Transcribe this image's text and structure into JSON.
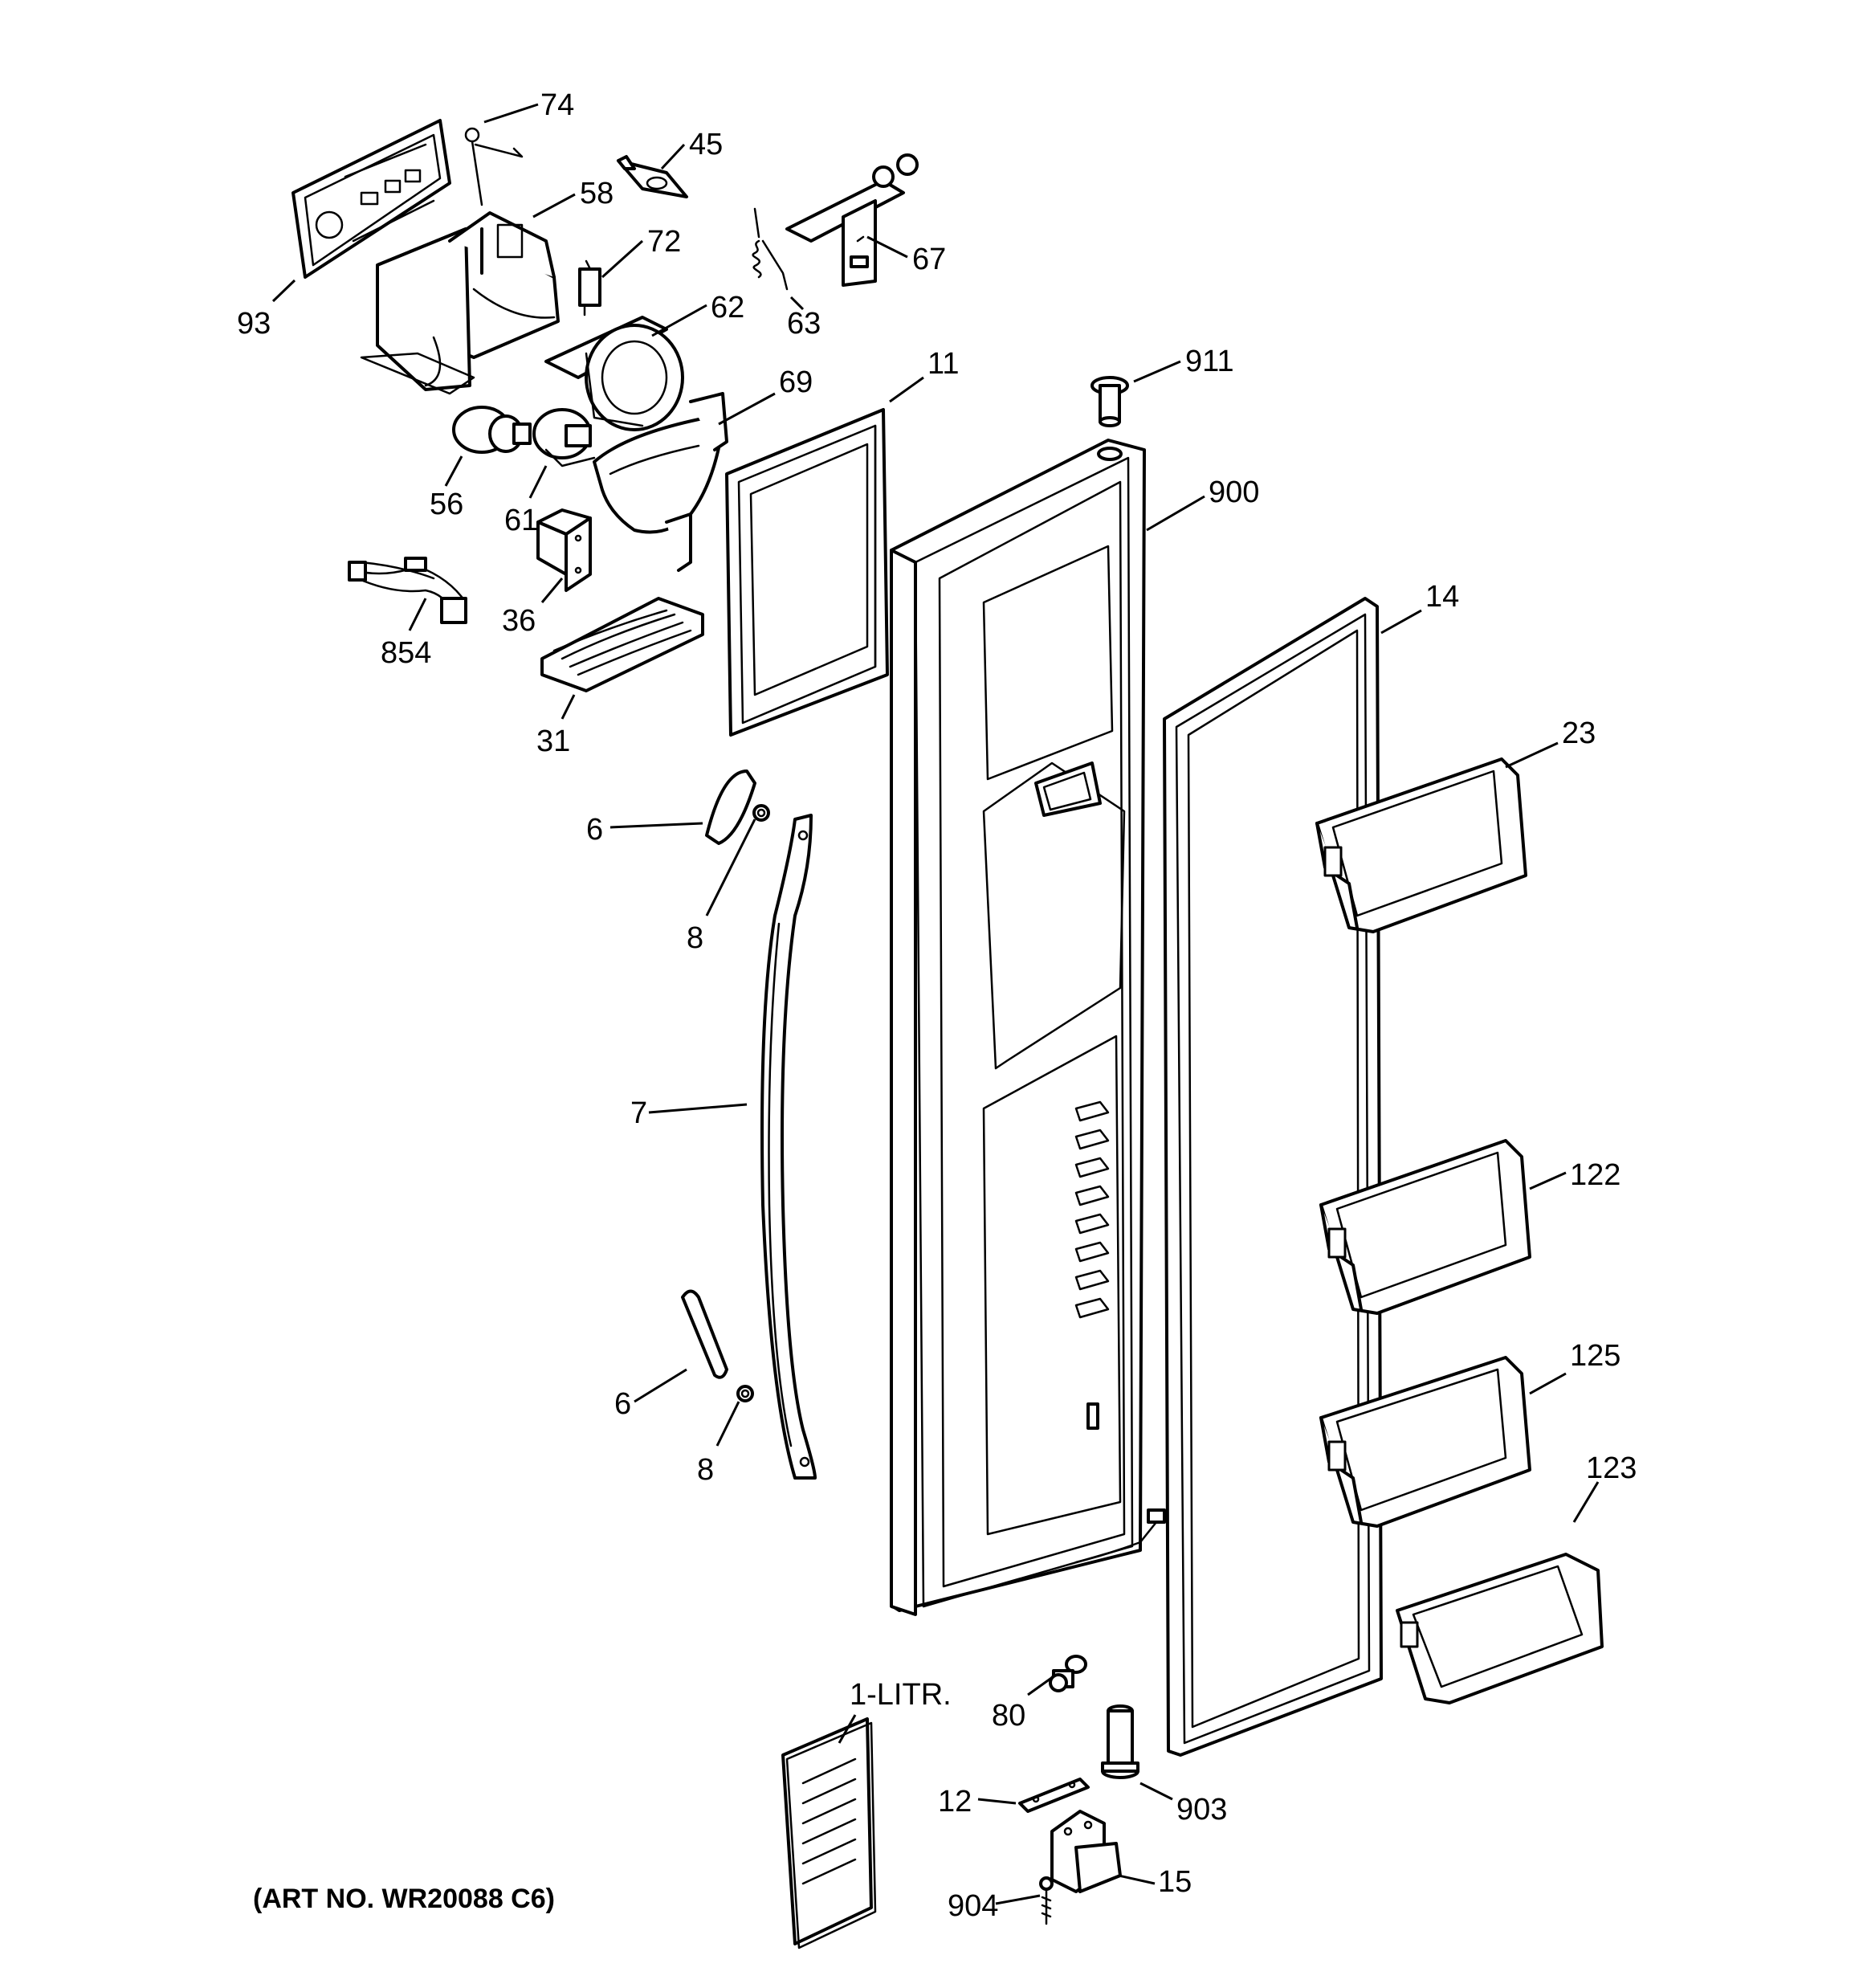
{
  "art_number": "(ART NO. WR20088 C6)",
  "callouts": [
    {
      "id": "c74",
      "text": "74"
    },
    {
      "id": "c45",
      "text": "45"
    },
    {
      "id": "c58",
      "text": "58"
    },
    {
      "id": "c72",
      "text": "72"
    },
    {
      "id": "c67",
      "text": "67"
    },
    {
      "id": "c63",
      "text": "63"
    },
    {
      "id": "c93",
      "text": "93"
    },
    {
      "id": "c62",
      "text": "62"
    },
    {
      "id": "c911",
      "text": "911"
    },
    {
      "id": "c69",
      "text": "69"
    },
    {
      "id": "c11",
      "text": "11"
    },
    {
      "id": "c900",
      "text": "900"
    },
    {
      "id": "c56",
      "text": "56"
    },
    {
      "id": "c61",
      "text": "61"
    },
    {
      "id": "c36",
      "text": "36"
    },
    {
      "id": "c854",
      "text": "854"
    },
    {
      "id": "c14",
      "text": "14"
    },
    {
      "id": "c31",
      "text": "31"
    },
    {
      "id": "c23",
      "text": "23"
    },
    {
      "id": "c6a",
      "text": "6"
    },
    {
      "id": "c8a",
      "text": "8"
    },
    {
      "id": "c7",
      "text": "7"
    },
    {
      "id": "c122",
      "text": "122"
    },
    {
      "id": "c125",
      "text": "125"
    },
    {
      "id": "c6b",
      "text": "6"
    },
    {
      "id": "c8b",
      "text": "8"
    },
    {
      "id": "c123",
      "text": "123"
    },
    {
      "id": "c1litr",
      "text": "1-LITR."
    },
    {
      "id": "c80",
      "text": "80"
    },
    {
      "id": "c12",
      "text": "12"
    },
    {
      "id": "c903",
      "text": "903"
    },
    {
      "id": "c904",
      "text": "904"
    },
    {
      "id": "c15",
      "text": "15"
    }
  ]
}
